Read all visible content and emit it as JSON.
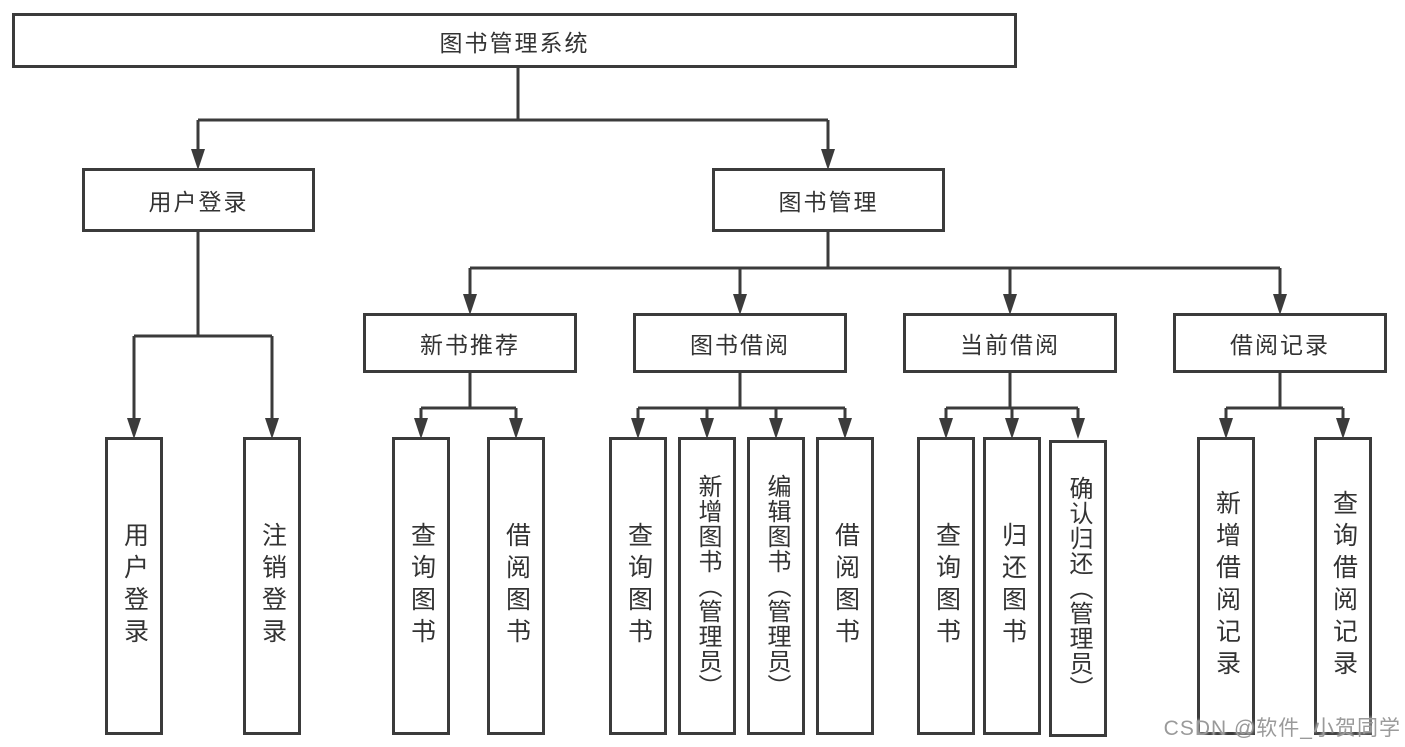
{
  "tree": {
    "root": {
      "label": "图书管理系统"
    },
    "branches": [
      {
        "label": "用户登录",
        "leaves": [
          {
            "label": "用户登录"
          },
          {
            "label": "注销登录"
          }
        ]
      },
      {
        "label": "图书管理",
        "groups": [
          {
            "label": "新书推荐",
            "leaves": [
              {
                "label": "查询图书"
              },
              {
                "label": "借阅图书"
              }
            ]
          },
          {
            "label": "图书借阅",
            "leaves": [
              {
                "label": "查询图书"
              },
              {
                "label": "新增图书（管理员）"
              },
              {
                "label": "编辑图书（管理员）"
              },
              {
                "label": "借阅图书"
              }
            ]
          },
          {
            "label": "当前借阅",
            "leaves": [
              {
                "label": "查询图书"
              },
              {
                "label": "归还图书"
              },
              {
                "label": "确认归还（管理员）"
              }
            ]
          },
          {
            "label": "借阅记录",
            "leaves": [
              {
                "label": "新增借阅记录"
              },
              {
                "label": "查询借阅记录"
              }
            ]
          }
        ]
      }
    ]
  },
  "watermark": {
    "text": "CSDN @软件_小贺同学"
  },
  "colors": {
    "line": "#3b3b3b",
    "text": "#333333",
    "watermark": "#9a9a9a",
    "background": "#ffffff"
  }
}
